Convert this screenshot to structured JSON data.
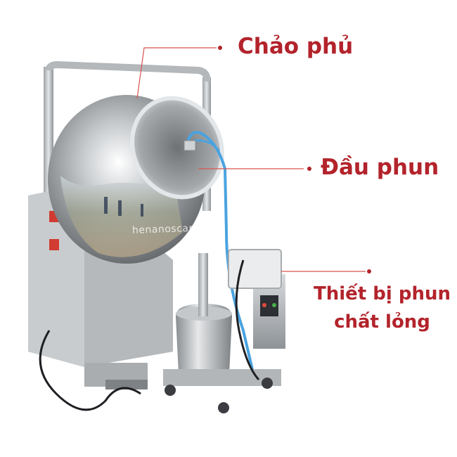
{
  "labels": {
    "coating_pan": "Chảo phủ",
    "spray_nozzle": "Đầu phun",
    "liquid_sprayer_line1": "Thiết bị phun",
    "liquid_sprayer_line2": "chất lỏng"
  },
  "watermark": "henanoscar.en",
  "colors": {
    "label_text": "#b3232b",
    "leader_line": "#d9534f",
    "background": "#ffffff"
  }
}
